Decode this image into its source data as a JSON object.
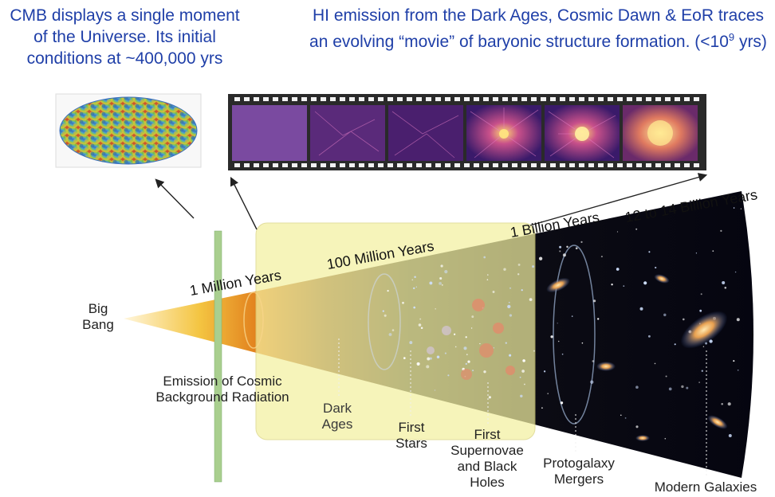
{
  "captions": {
    "cmb": "CMB displays a single moment of the Universe. Its initial conditions at ~400,000 yrs",
    "hi_pre": "HI emission from the Dark Ages, Cosmic Dawn & EoR traces an evolving “movie” of baryonic structure formation. (<10",
    "hi_sup": "9",
    "hi_post": " yrs)"
  },
  "timeline": {
    "t1": "1 Million Years",
    "t2": "100 Million Years",
    "t3": "1 Billion Years",
    "t4": "12 to 14 Billion Years"
  },
  "labels": {
    "big_bang": "Big Bang",
    "emission": "Emission of Cosmic Background Radiation",
    "dark_ages": "Dark Ages",
    "first_stars": "First Stars",
    "supernovae": "First Supernovae and Black Holes",
    "protogalaxy": "Protogalaxy Mergers",
    "modern": "Modern Galaxies"
  },
  "colors": {
    "caption": "#1f3fa8",
    "highlight_box": "#f3f0a0",
    "emission_band": "#a9cf8f"
  }
}
